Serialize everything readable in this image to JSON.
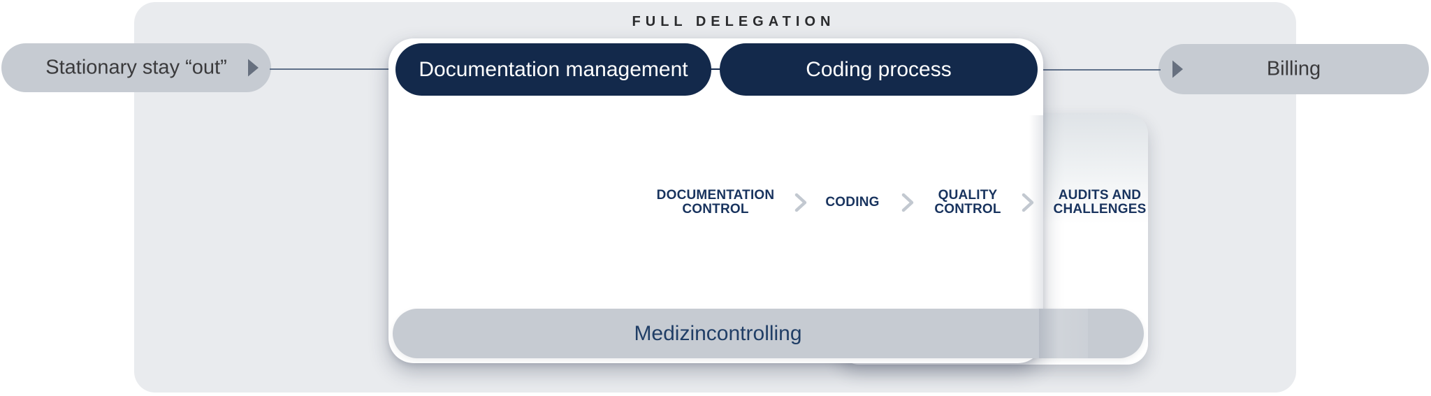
{
  "title": "FULL DELEGATION",
  "flow": {
    "left_node": {
      "label": "Stationary stay “out”"
    },
    "right_node": {
      "label": "Billing"
    },
    "card": {
      "tabs": [
        {
          "label": "Documentation management"
        },
        {
          "label": "Coding process"
        }
      ],
      "process": {
        "steps": [
          {
            "label": "DOCUMENTATION CONTROL"
          },
          {
            "label": "CODING"
          },
          {
            "label": "QUALITY CONTROL"
          },
          {
            "label": "AUDITS AND CHALLENGES"
          }
        ]
      },
      "footer": {
        "label": "Medizincontrolling"
      }
    }
  },
  "colors": {
    "navy": "#13294b",
    "node_gray": "#c6cbd2",
    "canvas": "#e9ebee",
    "line": "#5f7089",
    "step_text": "#18335e",
    "footer_text": "#203e66",
    "title_text": "#2a2b2d",
    "node_text": "#3a3a3c",
    "chevron": "#c2c8d0",
    "arrow": "#67707f"
  }
}
